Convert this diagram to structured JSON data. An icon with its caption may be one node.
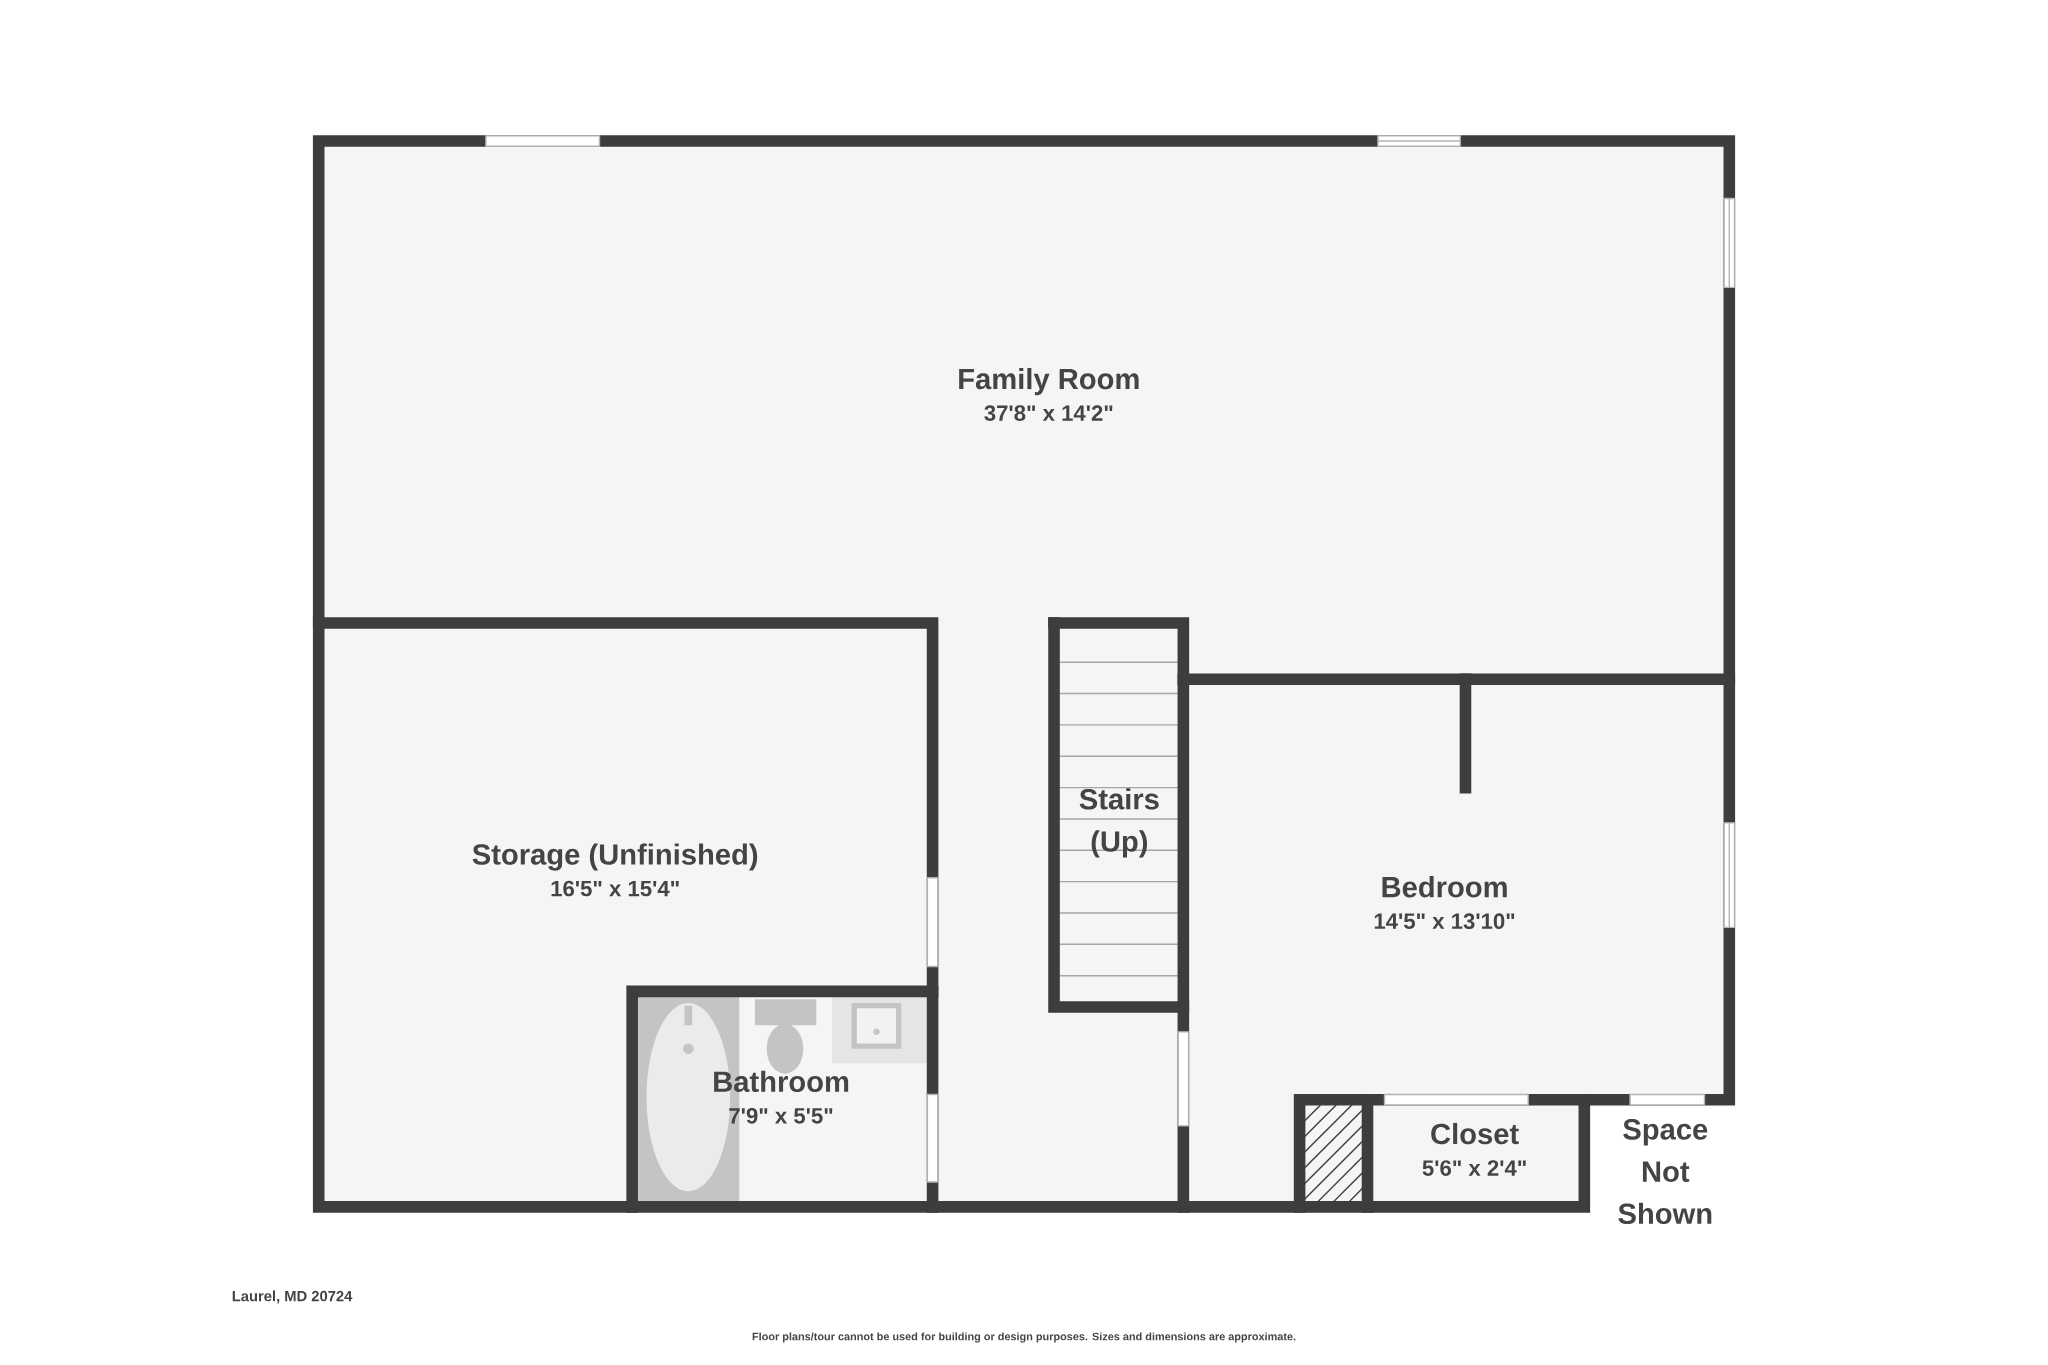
{
  "diagram": {
    "nodes": [
      {
        "text": [
          "Family Room",
          "37'8\" x 14'2\""
        ]
      },
      {
        "text": [
          "Storage (Unfinished)",
          "16'5\" x 15'4\""
        ]
      },
      {
        "text": [
          "Bathroom",
          "7'9\" x 5'5\""
        ]
      },
      {
        "text": [
          "Stairs (Up)"
        ]
      },
      {
        "text": [
          "Bedroom",
          "14'5\" x 13'10\""
        ]
      },
      {
        "text": [
          "Closet",
          "5'6\" x 2'4\""
        ]
      }
    ],
    "labels": [
      "Space Not Shown",
      "Laurel, MD 20724",
      "Floor plans/tour cannot be used for building or design purposes. Sizes and dimensions are approximate."
    ]
  }
}
